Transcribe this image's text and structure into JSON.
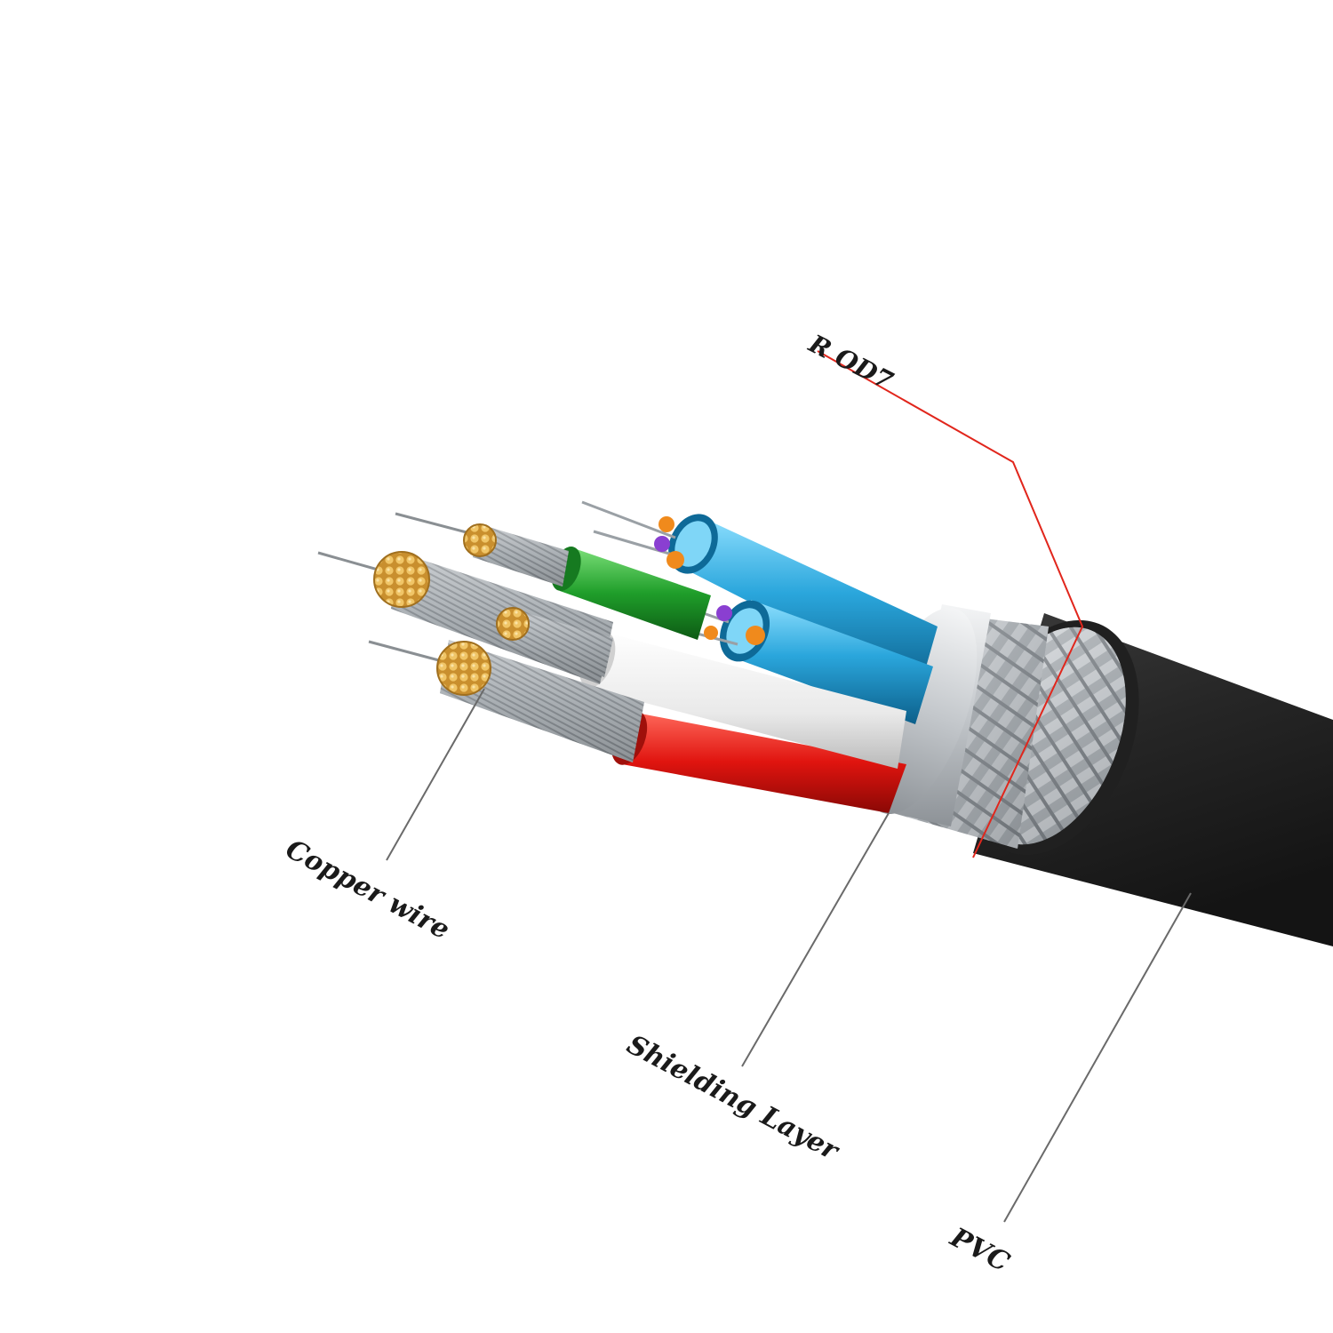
{
  "labels": {
    "rod7": "R OD7",
    "copper_wire": "Copper wire",
    "shielding_layer": "Shielding Layer",
    "pvc": "PVC"
  },
  "colors": {
    "jacket": "#2b2b2b",
    "shield_braid": "#b8bcc0",
    "foil": "#d9dcdf",
    "pair_blue": "#2aa6dc",
    "conductor_green": "#1f9e2a",
    "conductor_white": "#f2f2f2",
    "conductor_red": "#e0140f",
    "copper": "#d9a441",
    "callout_red": "#e1261c",
    "callout_gray": "#6a6a6a"
  }
}
